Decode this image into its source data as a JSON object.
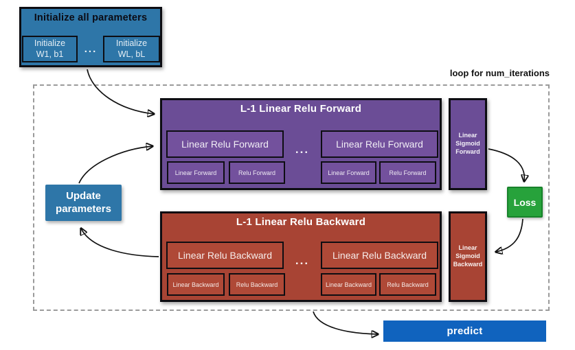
{
  "init_box": {
    "title": "Initialize all parameters",
    "left_item": "Initialize\nW1, b1",
    "dots": "...",
    "right_item": "Initialize\nWL, bL"
  },
  "loop": {
    "label": "loop for num_iterations"
  },
  "forward_block": {
    "title": "L-1 Linear Relu Forward",
    "dots": "...",
    "groups": [
      {
        "main": "Linear Relu Forward",
        "sub": [
          "Linear Forward",
          "Relu Forward"
        ]
      },
      {
        "main": "Linear Relu Forward",
        "sub": [
          "Linear Forward",
          "Relu Forward"
        ]
      }
    ]
  },
  "sigmoid_forward": {
    "label": "Linear\nSigmoid\nForward"
  },
  "loss": {
    "label": "Loss"
  },
  "backward_block": {
    "title": "L-1 Linear Relu Backward",
    "dots": "...",
    "groups": [
      {
        "main": "Linear Relu Backward",
        "sub": [
          "Linear Backward",
          "Relu Backward"
        ]
      },
      {
        "main": "Linear Relu Backward",
        "sub": [
          "Linear Backward",
          "Relu Backward"
        ]
      }
    ]
  },
  "sigmoid_backward": {
    "label": "Linear\nSigmoid\nBackward"
  },
  "update_box": {
    "label": "Update\nparameters"
  },
  "predict_box": {
    "label": "predict"
  },
  "colors": {
    "steel_blue": "#2E76A8",
    "purple": "#6B4D96",
    "brick_red": "#A84434",
    "green": "#27A23B",
    "bright_blue": "#1063BE"
  }
}
